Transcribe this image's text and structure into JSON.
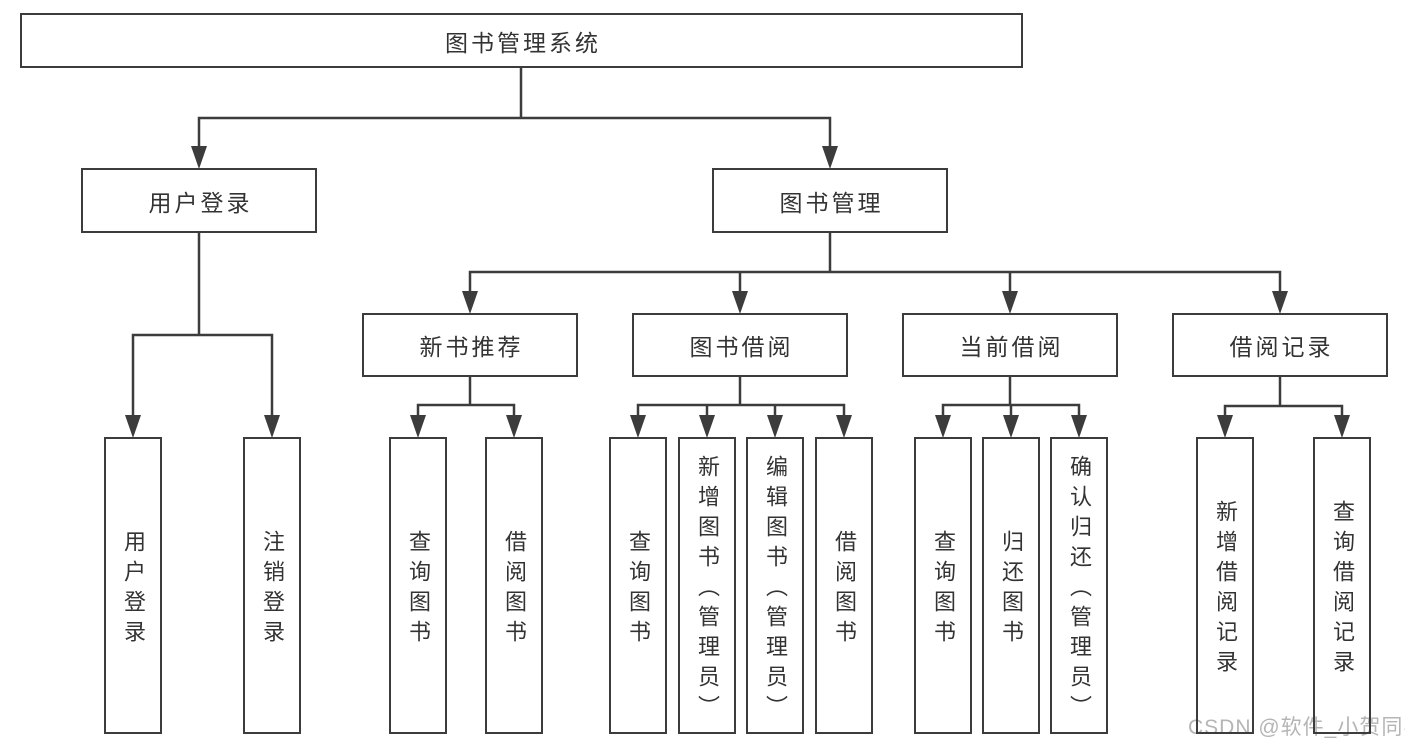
{
  "diagram": {
    "root": {
      "label": "图书管理系统",
      "children": [
        {
          "label": "用户登录",
          "children": [
            {
              "label": "用户登录"
            },
            {
              "label": "注销登录"
            }
          ]
        },
        {
          "label": "图书管理",
          "children": [
            {
              "label": "新书推荐",
              "children": [
                {
                  "label": "查询图书"
                },
                {
                  "label": "借阅图书"
                }
              ]
            },
            {
              "label": "图书借阅",
              "children": [
                {
                  "label": "查询图书"
                },
                {
                  "label": "新增图书（管理员）"
                },
                {
                  "label": "编辑图书（管理员）"
                },
                {
                  "label": "借阅图书"
                }
              ]
            },
            {
              "label": "当前借阅",
              "children": [
                {
                  "label": "查询图书"
                },
                {
                  "label": "归还图书"
                },
                {
                  "label": "确认归还（管理员）"
                }
              ]
            },
            {
              "label": "借阅记录",
              "children": [
                {
                  "label": "新增借阅记录"
                },
                {
                  "label": "查询借阅记录"
                }
              ]
            }
          ]
        }
      ]
    },
    "watermark": {
      "text": "CSDN @软件_小贺同学"
    },
    "colors": {
      "line": "#3c3c3c",
      "node_text": "#333333",
      "watermark_text": "#b5b5b5",
      "background": "#ffffff"
    }
  }
}
